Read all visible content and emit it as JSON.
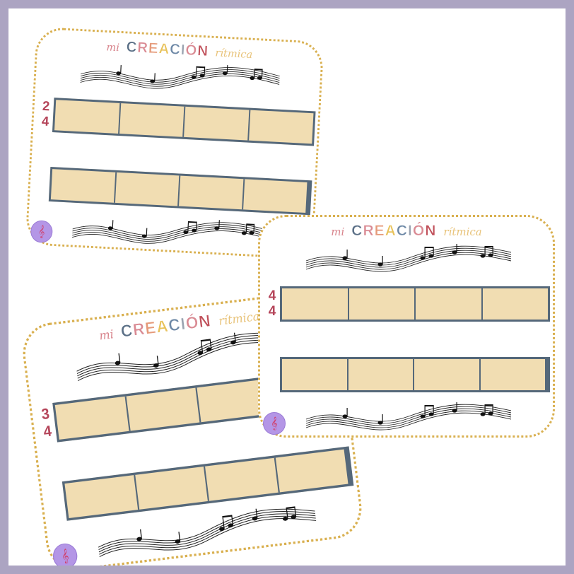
{
  "title": {
    "mi": "mi",
    "creacion": "CREACIÓN",
    "ritmica": "rítmica"
  },
  "creacion_colors": [
    "#5a6f86",
    "#d98a93",
    "#e59a7a",
    "#e8c25a",
    "#6d88a6",
    "#9aa3b0",
    "#d98a93",
    "#c0505a"
  ],
  "cards": [
    {
      "id": "card-2-4",
      "time_signature": {
        "top": "2",
        "bottom": "4"
      }
    },
    {
      "id": "card-3-4",
      "time_signature": {
        "top": "3",
        "bottom": "4"
      }
    },
    {
      "id": "card-4-4",
      "time_signature": {
        "top": "4",
        "bottom": "4"
      }
    }
  ],
  "measures_per_bar": 4,
  "avatar_icon": "treble-clef-avatar-icon"
}
